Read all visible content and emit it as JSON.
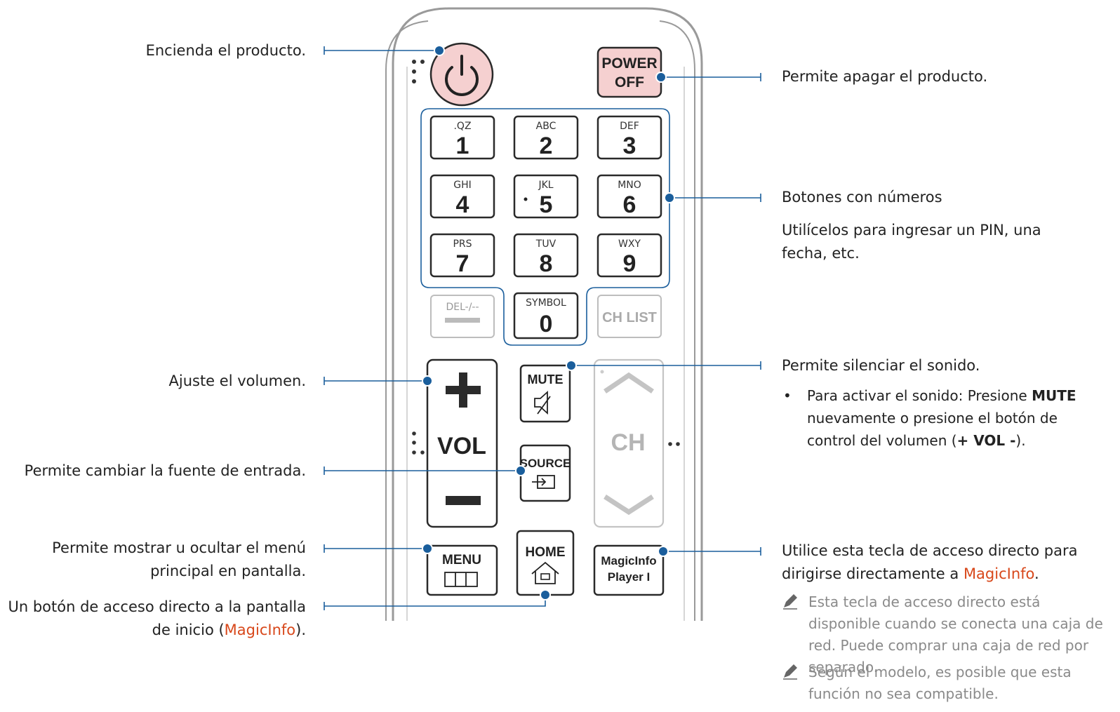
{
  "remote": {
    "power_off": [
      "POWER",
      "OFF"
    ],
    "keys": [
      {
        "letters": ".QZ",
        "digit": "1"
      },
      {
        "letters": "ABC",
        "digit": "2"
      },
      {
        "letters": "DEF",
        "digit": "3"
      },
      {
        "letters": "GHI",
        "digit": "4"
      },
      {
        "letters": "JKL",
        "digit": "5"
      },
      {
        "letters": "MNO",
        "digit": "6"
      },
      {
        "letters": "PRS",
        "digit": "7"
      },
      {
        "letters": "TUV",
        "digit": "8"
      },
      {
        "letters": "WXY",
        "digit": "9"
      },
      {
        "letters": "SYMBOL",
        "digit": "0"
      }
    ],
    "del_label": "DEL-/--",
    "ch_list": "CH LIST",
    "vol": "VOL",
    "ch": "CH",
    "mute": "MUTE",
    "source": "SOURCE",
    "menu": "MENU",
    "home": "HOME",
    "magicinfo": [
      "MagicInfo",
      "Player I"
    ]
  },
  "labels": {
    "power_on": "Encienda el producto.",
    "power_off": "Permite apagar el producto.",
    "numbers_title": "Botones con números",
    "numbers_desc": "Utilícelos para ingresar un PIN, una fecha, etc.",
    "volume": "Ajuste el volumen.",
    "mute_title": "Permite silenciar el sonido.",
    "mute_bullet_a": "Para activar el sonido: Presione ",
    "mute_bullet_key": "MUTE",
    "mute_bullet_b": " nuevamente o presione el botón de control del volumen (",
    "mute_bullet_vol": "+ VOL -",
    "mute_bullet_c": ").",
    "source": "Permite cambiar la fuente de entrada.",
    "menu": "Permite mostrar u ocultar el menú principal en pantalla.",
    "home_a": "Un botón de acceso directo a la pantalla de inicio (",
    "home_hl": "MagicInfo",
    "home_b": ").",
    "magic_a": "Utilice esta tecla de acceso directo para dirigirse directamente a ",
    "magic_hl": "MagicInfo",
    "magic_b": ".",
    "note1": "Esta tecla de acceso directo está disponible cuando se conecta una caja de red. Puede comprar una caja de red por separado.",
    "note2": "Según el modelo, es posible que esta función no sea compatible."
  },
  "colors": {
    "accent_line": "#1a5e9c",
    "highlight": "#d8481b",
    "power_fill": "#f5d0d0"
  }
}
